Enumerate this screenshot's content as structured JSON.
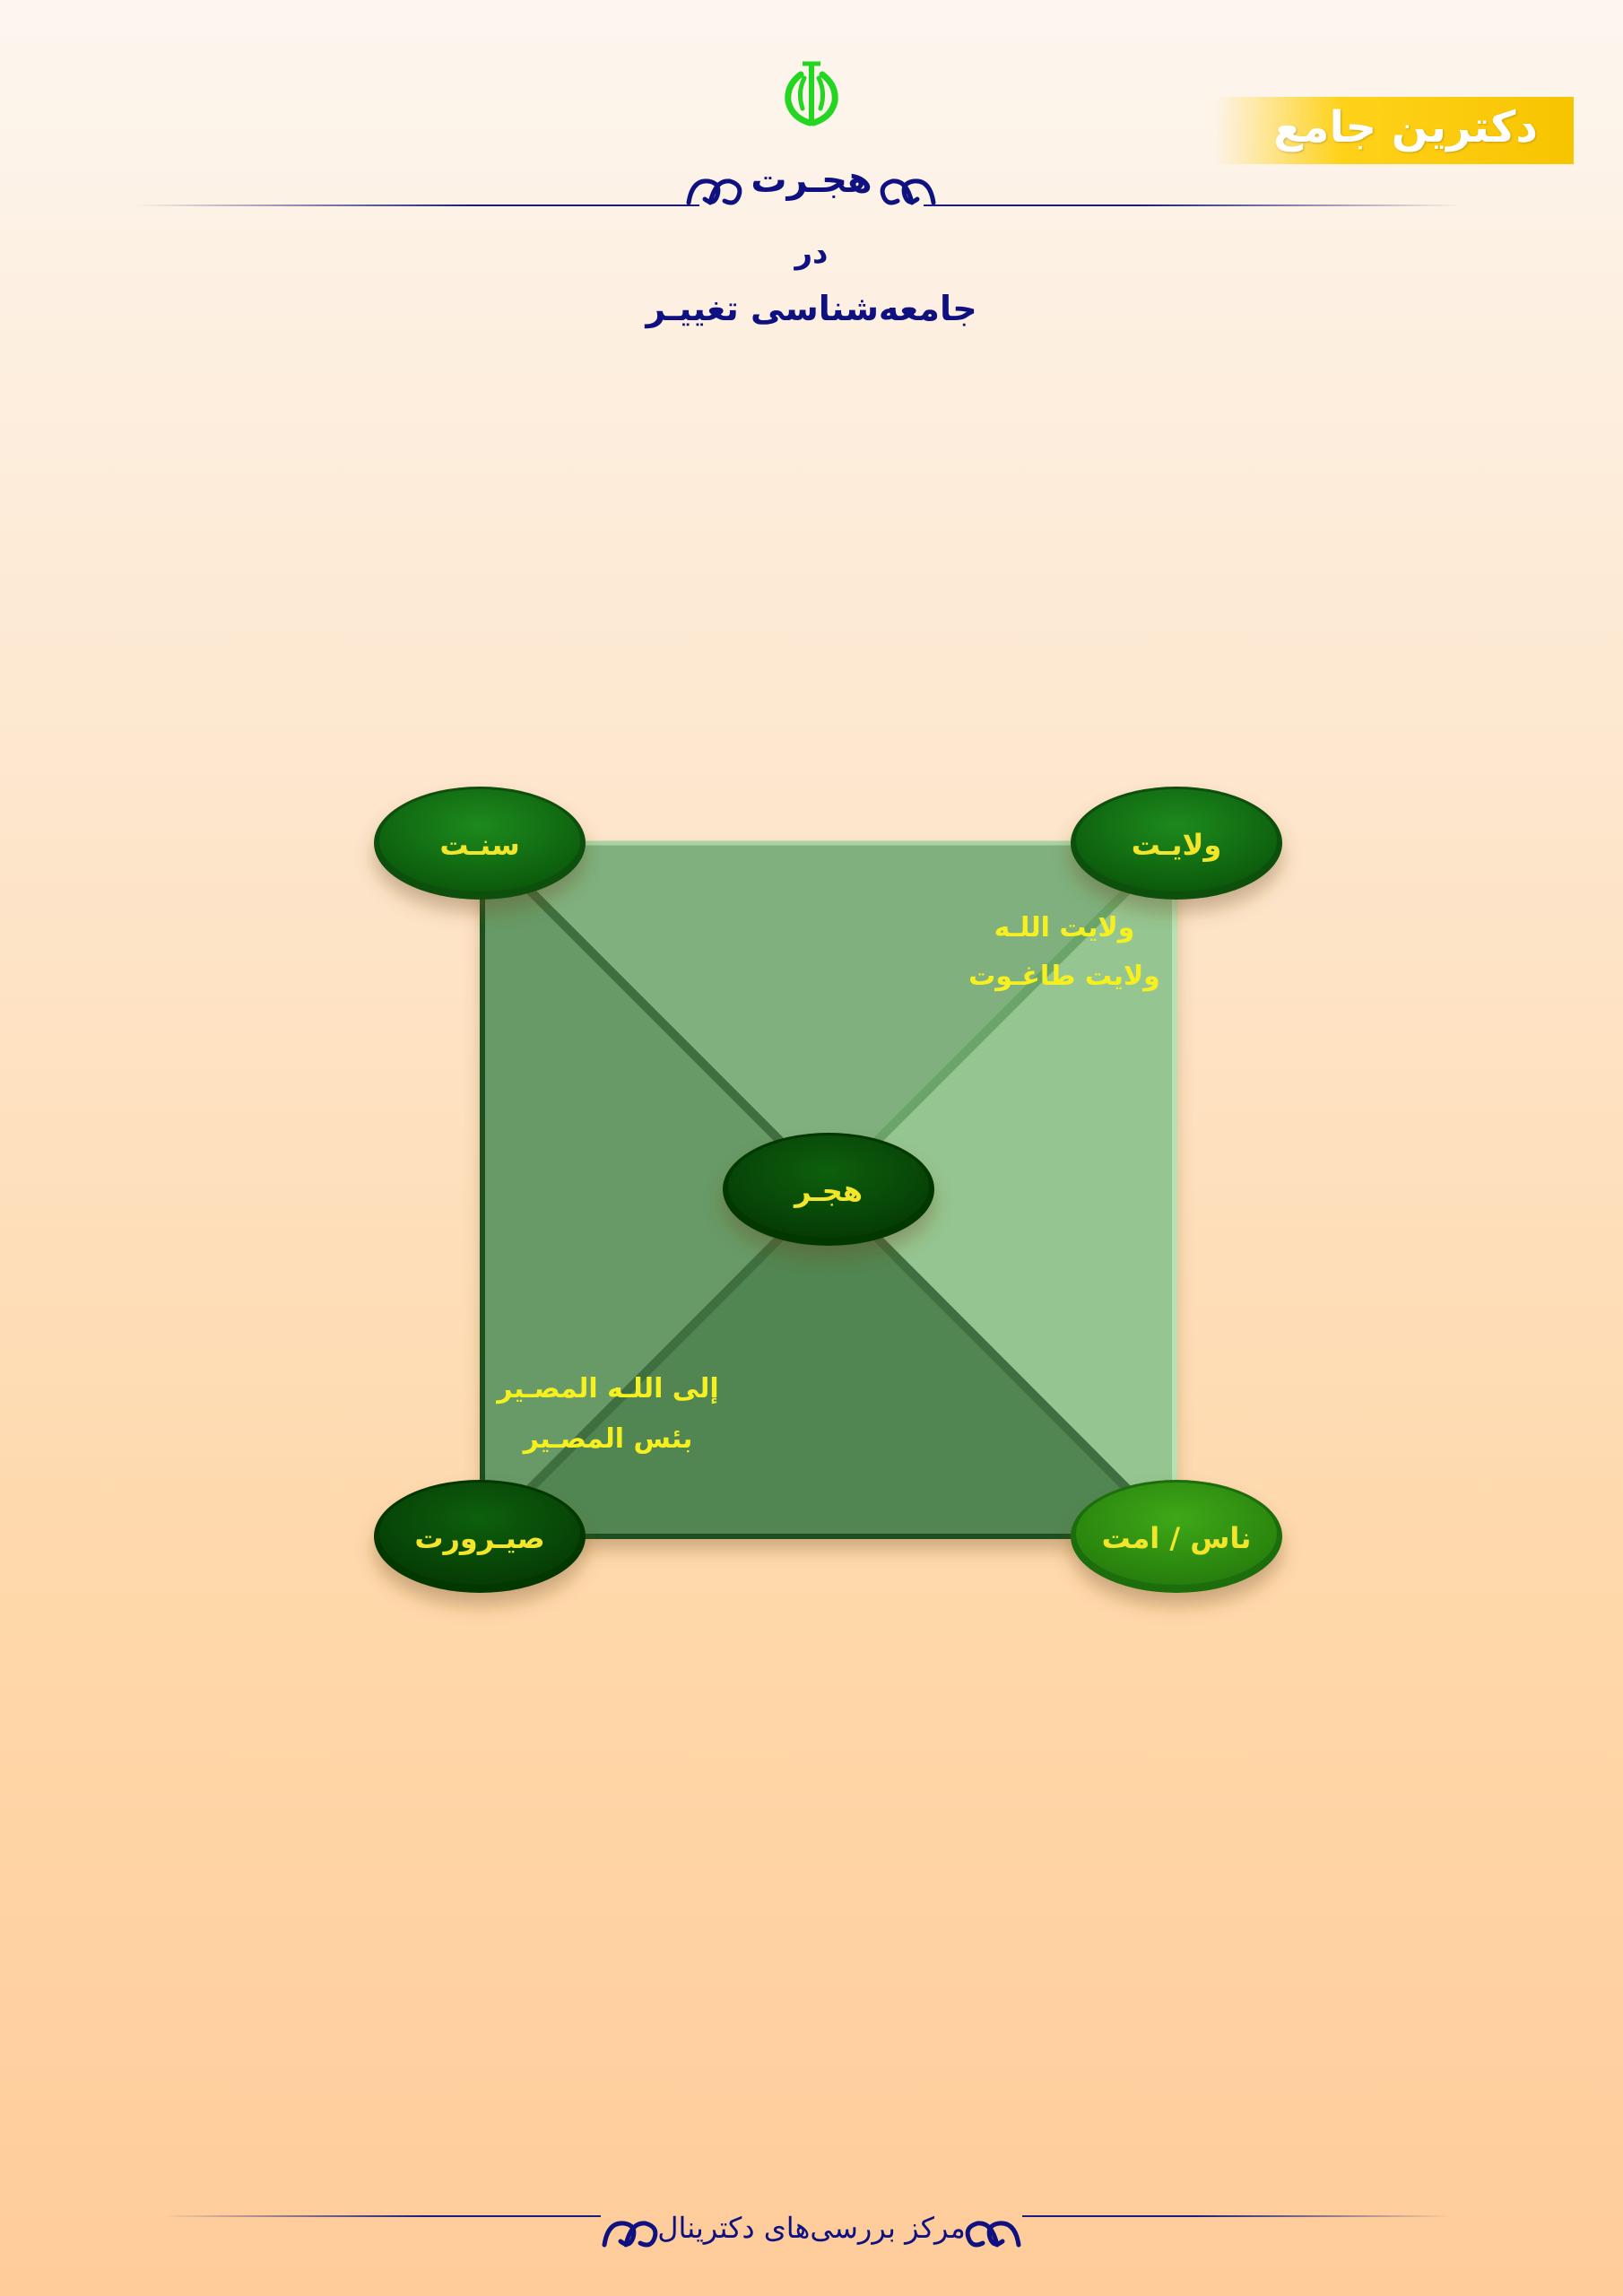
{
  "header": {
    "tag_label": "دکترین جامع",
    "title": "هجـرت",
    "subtitle_line1": "در",
    "subtitle_line2": "جامعه‌شناسی تغییـر"
  },
  "diagram": {
    "nodes": {
      "top_left": "سنـت",
      "top_right": "ولایـت",
      "center": "هجـر",
      "bottom_left": "صیـرورت",
      "bottom_right": "ناس / امت"
    },
    "annotations": {
      "wilayat_line1": "ولایت اللـه",
      "wilayat_line2": "ولایت طاغـوت",
      "masir_line1": "إلى اللـه المصـیر",
      "masir_line2": "بئس المصـیر"
    },
    "colors": {
      "annotation_text": "#f7f020",
      "node_text": "#f3e62a"
    }
  },
  "footer": {
    "text": "مرکز بررسی‌های دکترینال"
  },
  "colors": {
    "title": "#0f1180",
    "tag_bg": "#f7c400",
    "emblem": "#22d622"
  }
}
